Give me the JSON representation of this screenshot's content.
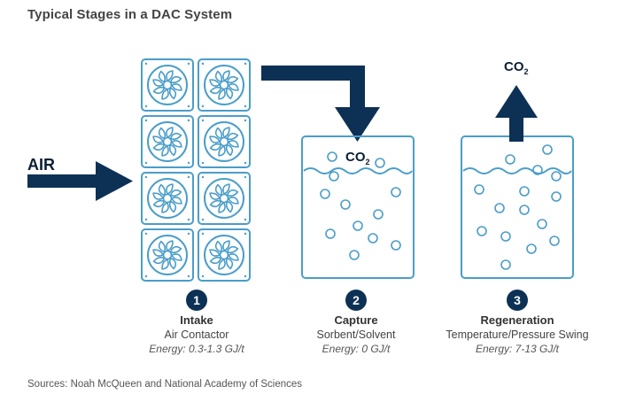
{
  "title": "Typical Stages in a DAC System",
  "air_label": "AIR",
  "co2_label": "CO",
  "co2_subscript": "2",
  "stages": [
    {
      "number": "1",
      "name": "Intake",
      "subtitle": "Air Contactor",
      "energy": "Energy: 0.3-1.3 GJ/t"
    },
    {
      "number": "2",
      "name": "Capture",
      "subtitle": "Sorbent/Solvent",
      "energy": "Energy: 0 GJ/t"
    },
    {
      "number": "3",
      "name": "Regeneration",
      "subtitle": "Temperature/Pressure Swing",
      "energy": "Energy: 7-13 GJ/t"
    }
  ],
  "source": "Sources: Noah McQueen and National Academy of Sciences",
  "colors": {
    "navy": "#0d3155",
    "light_blue": "#4a9dc9",
    "text": "#333333"
  },
  "icons": [
    "fan-icon",
    "arrow-right-icon",
    "arrow-down-icon",
    "arrow-up-icon",
    "bubble-icon",
    "wave-icon"
  ]
}
